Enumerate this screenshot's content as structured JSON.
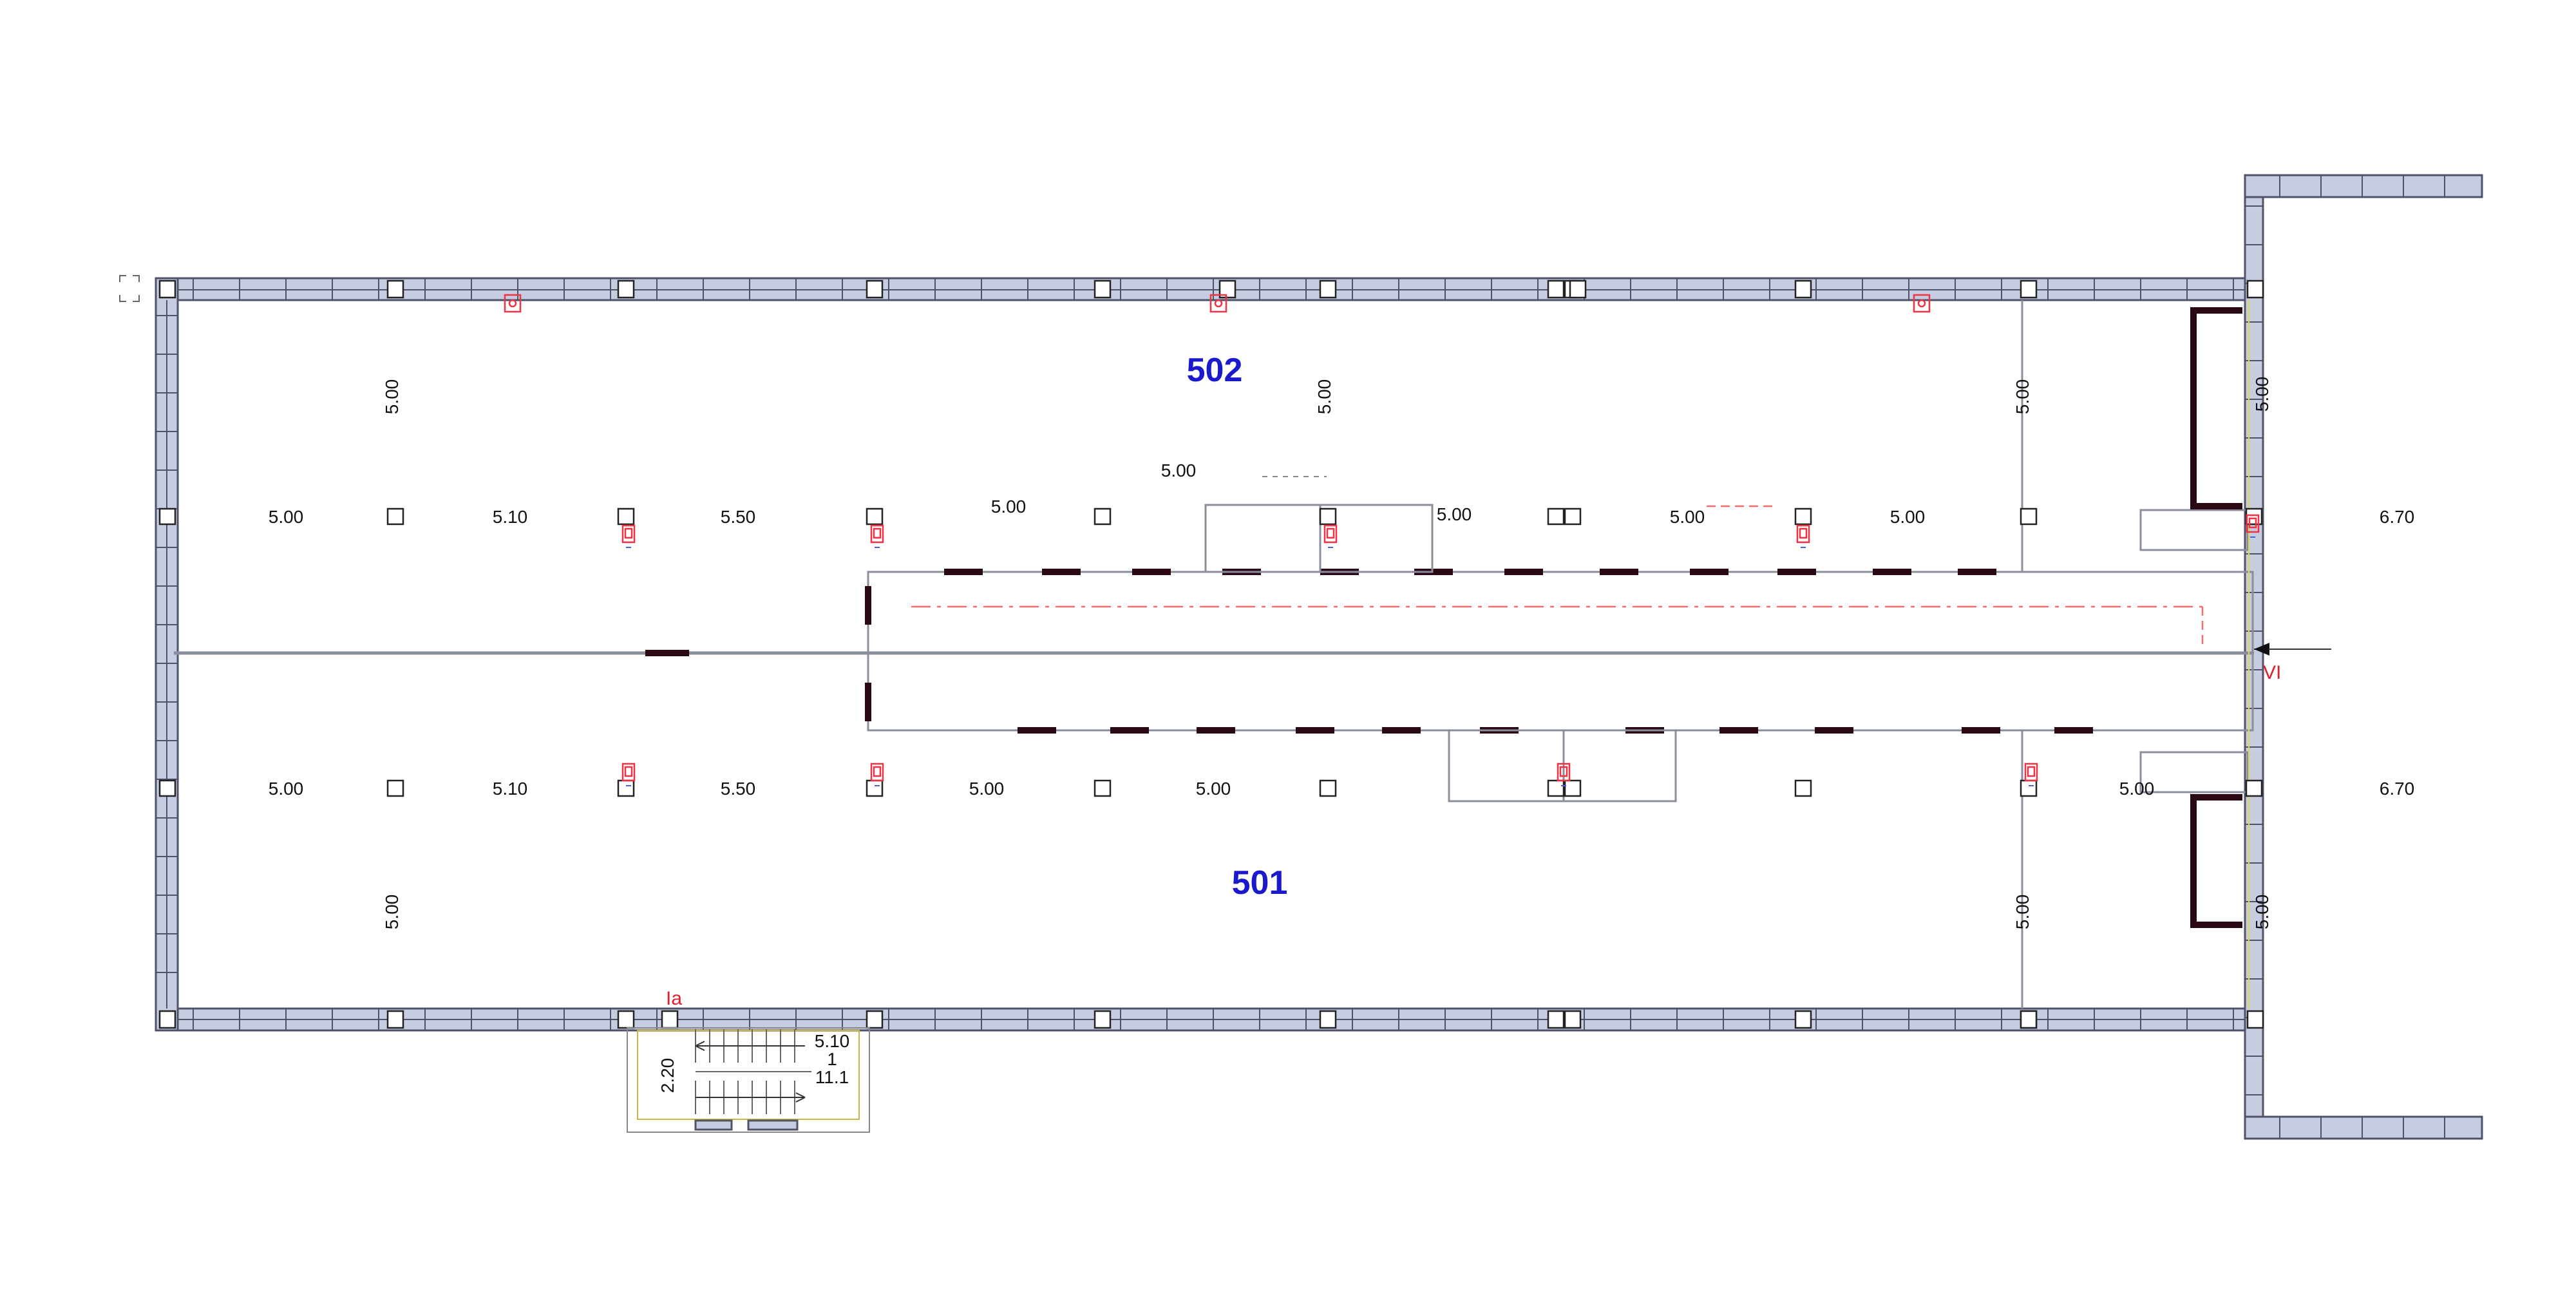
{
  "rooms": {
    "north": "502",
    "south": "501"
  },
  "section_marks": {
    "stair": "Ia",
    "east": "VI"
  },
  "dims": {
    "north_row": [
      "5.00",
      "5.10",
      "5.50",
      "5.00",
      "5.00",
      "5.00",
      "5.00",
      "6.70"
    ],
    "north_above": "5.00",
    "south_row": [
      "5.00",
      "5.10",
      "5.50",
      "5.00",
      "5.00",
      "5.00",
      "6.70"
    ],
    "vertical_north": [
      "5.00",
      "5.00",
      "5.00",
      "5.00"
    ],
    "vertical_south": [
      "5.00",
      "5.00",
      "5.00"
    ],
    "stair": {
      "depth": "2.20",
      "width": "5.10",
      "steps": "1",
      "note": "11.1"
    }
  },
  "colors": {
    "room_label": "#1a1acc",
    "mark": "#e0202e",
    "wall_fill": "#c7cde0",
    "wall_line": "#50526a",
    "dashed_red": "#ff6b6b"
  }
}
